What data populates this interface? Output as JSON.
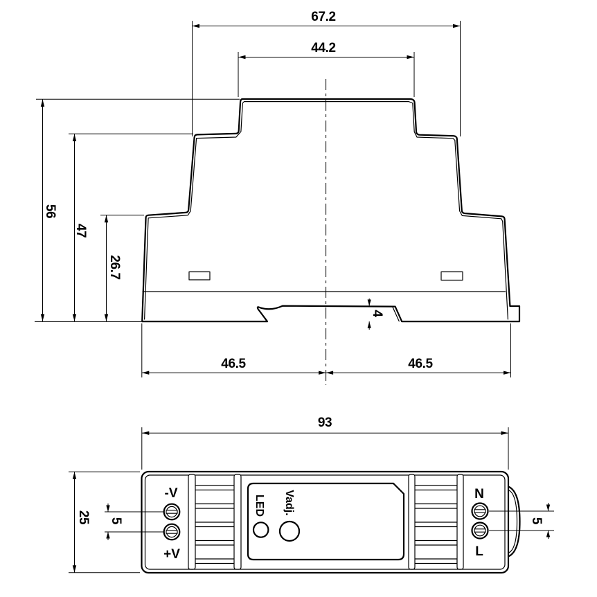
{
  "meta": {
    "colors": {
      "background": "#ffffff",
      "line": "#000000"
    }
  },
  "side_view": {
    "dims": {
      "overall_width": "67.2",
      "top_width": "44.2",
      "overall_height": "56",
      "mid_height": "47",
      "lower_height": "26.7",
      "rail_notch_depth": "4",
      "left_half": "46.5",
      "right_half": "46.5"
    }
  },
  "front_view": {
    "dims": {
      "width": "93",
      "height": "25",
      "pitch_left": "5",
      "pitch_right": "5"
    },
    "labels": {
      "neg": "-V",
      "pos": "+V",
      "led": "LED",
      "vadj": "Vadj.",
      "neutral": "N",
      "line": "L"
    }
  }
}
